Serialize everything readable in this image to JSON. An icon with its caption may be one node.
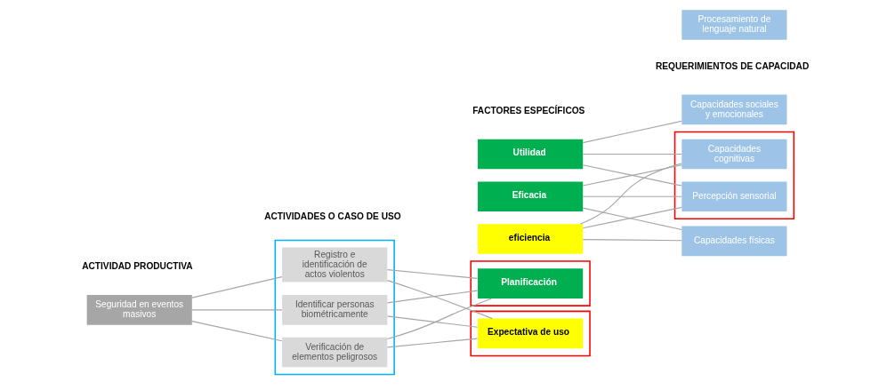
{
  "diagram": {
    "nodes": [
      {
        "text": [
          "Seguridad en eventos masivos"
        ]
      },
      {
        "text": [],
        "shape": "box"
      },
      {
        "text": [
          "Identificar personas biométricamente"
        ],
        "in": 1
      },
      {
        "text": [
          "Registro e identificación de actos violentos"
        ],
        "in": 1
      },
      {
        "text": [
          "Verificación de elementos peligrosos"
        ],
        "in": 1
      },
      {
        "text": [
          "Utilidad"
        ]
      },
      {
        "text": [
          "Eficacia"
        ]
      },
      {
        "text": [],
        "shape": "box"
      },
      {
        "text": [
          "Planificación"
        ],
        "in": 7
      },
      {
        "text": [
          "eficiencia"
        ]
      },
      {
        "text": [],
        "shape": "box"
      },
      {
        "text": [
          "Expectativa de uso"
        ],
        "in": 10
      },
      {
        "text": [],
        "shape": "box"
      },
      {
        "text": [
          "Percepción sensorial"
        ],
        "in": 12
      },
      {
        "text": [
          "Capacidades cognitivas"
        ],
        "in": 12
      },
      {
        "text": [
          "Procesamiento de lenguaje natural"
        ]
      },
      {
        "text": [
          "Capacidades sociales y emocionales"
        ]
      },
      {
        "text": [
          "Capacidades físicas"
        ]
      }
    ],
    "edges": [
      {
        "from": 0,
        "to": 2,
        "arrow": "none"
      },
      {
        "from": 0,
        "to": 3,
        "arrow": "none"
      },
      {
        "from": 0,
        "to": 4,
        "arrow": "none"
      },
      {
        "from": 2,
        "to": 8,
        "arrow": "none"
      },
      {
        "from": 2,
        "to": 11,
        "arrow": "none"
      },
      {
        "from": 3,
        "to": 8,
        "arrow": "none"
      },
      {
        "from": 3,
        "to": 11,
        "arrow": "none"
      },
      {
        "from": 4,
        "to": 8,
        "arrow": "none"
      },
      {
        "from": 4,
        "to": 11,
        "arrow": "none"
      },
      {
        "from": 5,
        "to": 13,
        "arrow": "none"
      },
      {
        "from": 5,
        "to": 14,
        "arrow": "none"
      },
      {
        "from": 5,
        "to": 16,
        "arrow": "none"
      },
      {
        "from": 6,
        "to": 13,
        "arrow": "none"
      },
      {
        "from": 6,
        "to": 14,
        "arrow": "none"
      },
      {
        "from": 6,
        "to": 17,
        "arrow": "none"
      },
      {
        "from": 9,
        "to": 13,
        "arrow": "none"
      },
      {
        "from": 9,
        "to": 14,
        "arrow": "none"
      },
      {
        "from": 9,
        "to": 17,
        "arrow": "none"
      }
    ],
    "labels": [
      "ACTIVIDAD PRODUCTIVA",
      "ACTIVIDADES O CASO DE USO",
      "FACTORES ESPECÍFICOS",
      "REQUERIMIENTOS DE CAPACIDAD"
    ]
  }
}
